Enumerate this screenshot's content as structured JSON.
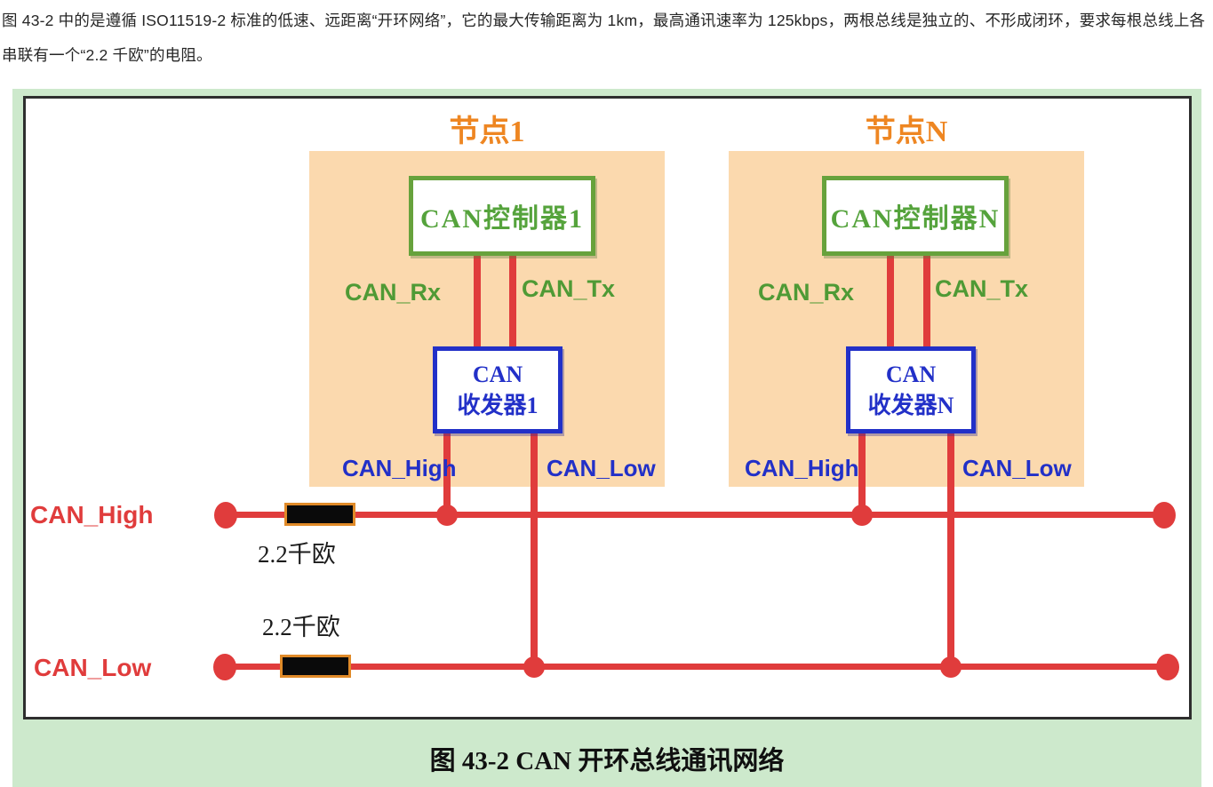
{
  "intro": {
    "text": "图 43-2 中的是遵循 ISO11519-2 标准的低速、远距离“开环网络”，它的最大传输距离为 1km，最高通讯速率为 125kbps，两根总线是独立的、不形成闭环，要求每根总线上各串联有一个“2.2 千欧”的电阻。"
  },
  "figure": {
    "caption": "图 43-2 CAN 开环总线通讯网络",
    "nodes": [
      {
        "title": "节点1",
        "controller": "CAN控制器1",
        "transceiver_line1": "CAN",
        "transceiver_line2": "收发器1",
        "rx_label": "CAN_Rx",
        "tx_label": "CAN_Tx",
        "high_label": "CAN_High",
        "low_label": "CAN_Low"
      },
      {
        "title": "节点N",
        "controller": "CAN控制器N",
        "transceiver_line1": "CAN",
        "transceiver_line2": "收发器N",
        "rx_label": "CAN_Rx",
        "tx_label": "CAN_Tx",
        "high_label": "CAN_High",
        "low_label": "CAN_Low"
      }
    ],
    "bus": {
      "high_label": "CAN_High",
      "low_label": "CAN_Low",
      "high_resistor_label": "2.2千欧",
      "low_resistor_label": "2.2千欧"
    }
  },
  "colors": {
    "figure_background": "#cde9cc",
    "node_fill": "#fbd9ae",
    "node_title_orange": "#ee8622",
    "controller_green": "#67a23c",
    "green_text": "#55a33c",
    "transceiver_blue": "#2230c8",
    "wire_red": "#e03c3c",
    "resistor_fill": "#0a0a0a",
    "resistor_border": "#e08a28"
  }
}
